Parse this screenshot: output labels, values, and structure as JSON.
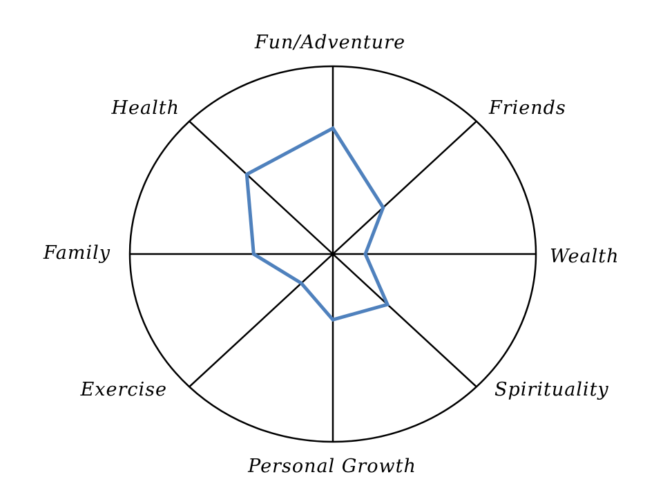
{
  "chart_data": {
    "type": "radar",
    "title": "",
    "categories": [
      "Fun/Adventure",
      "Friends",
      "Wealth",
      "Spirituality",
      "Personal Growth",
      "Exercise",
      "Family",
      "Health"
    ],
    "range": [
      0,
      10
    ],
    "series": [
      {
        "values": [
          6.7,
          3.5,
          1.6,
          3.8,
          3.5,
          2.2,
          3.9,
          6.0
        ]
      }
    ],
    "grid": "spokes and outer circle only, no tick labels",
    "colors": {
      "series_line": "#4f81bd",
      "grid_line": "#000000"
    }
  }
}
